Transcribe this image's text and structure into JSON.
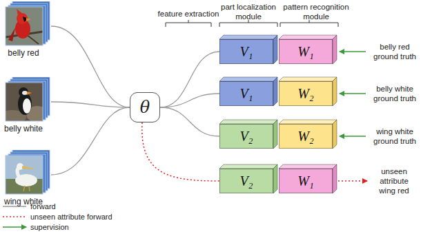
{
  "diagram": {
    "nodes": [
      {
        "text": [
          "belly red"
        ]
      },
      {
        "text": [
          "belly white"
        ]
      },
      {
        "text": [
          "wing white"
        ]
      },
      {
        "text": [
          "θ"
        ]
      },
      {
        "text": [
          "V₁"
        ]
      },
      {
        "text": [
          "W₁"
        ]
      },
      {
        "text": [
          "V₁"
        ]
      },
      {
        "text": [
          "W₂"
        ]
      },
      {
        "text": [
          "V₂"
        ]
      },
      {
        "text": [
          "W₂"
        ]
      },
      {
        "text": [
          "V₂"
        ]
      },
      {
        "text": [
          "W₁"
        ]
      }
    ],
    "edges": [
      {
        "from": 0,
        "to": 3,
        "arrow": "none"
      },
      {
        "from": 1,
        "to": 3,
        "arrow": "none"
      },
      {
        "from": 2,
        "to": 3,
        "arrow": "none"
      },
      {
        "from": 3,
        "to": 4,
        "arrow": "none"
      },
      {
        "from": 3,
        "to": 6,
        "arrow": "none"
      },
      {
        "from": 3,
        "to": 8,
        "arrow": "none"
      },
      {
        "from": 3,
        "to": 10,
        "arrow": "none"
      }
    ],
    "labels": [
      "feature extraction",
      "part localization module",
      "pattern recognition module",
      "belly red ground truth",
      "belly white ground truth",
      "wing white ground truth",
      "unseen attribute wing red"
    ],
    "legend": [
      {
        "text": "forward"
      },
      {
        "text": "unseen attribute forward"
      },
      {
        "text": "supervision"
      }
    ]
  }
}
